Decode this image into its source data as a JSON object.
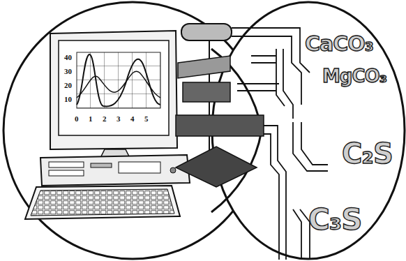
{
  "diagram": {
    "labels": [
      "40",
      "30",
      "20",
      "10",
      "0",
      "1",
      "2",
      "3",
      "4",
      "5",
      "CaCO₃",
      "MgCO₃",
      "C₂S",
      "C₃S"
    ]
  }
}
